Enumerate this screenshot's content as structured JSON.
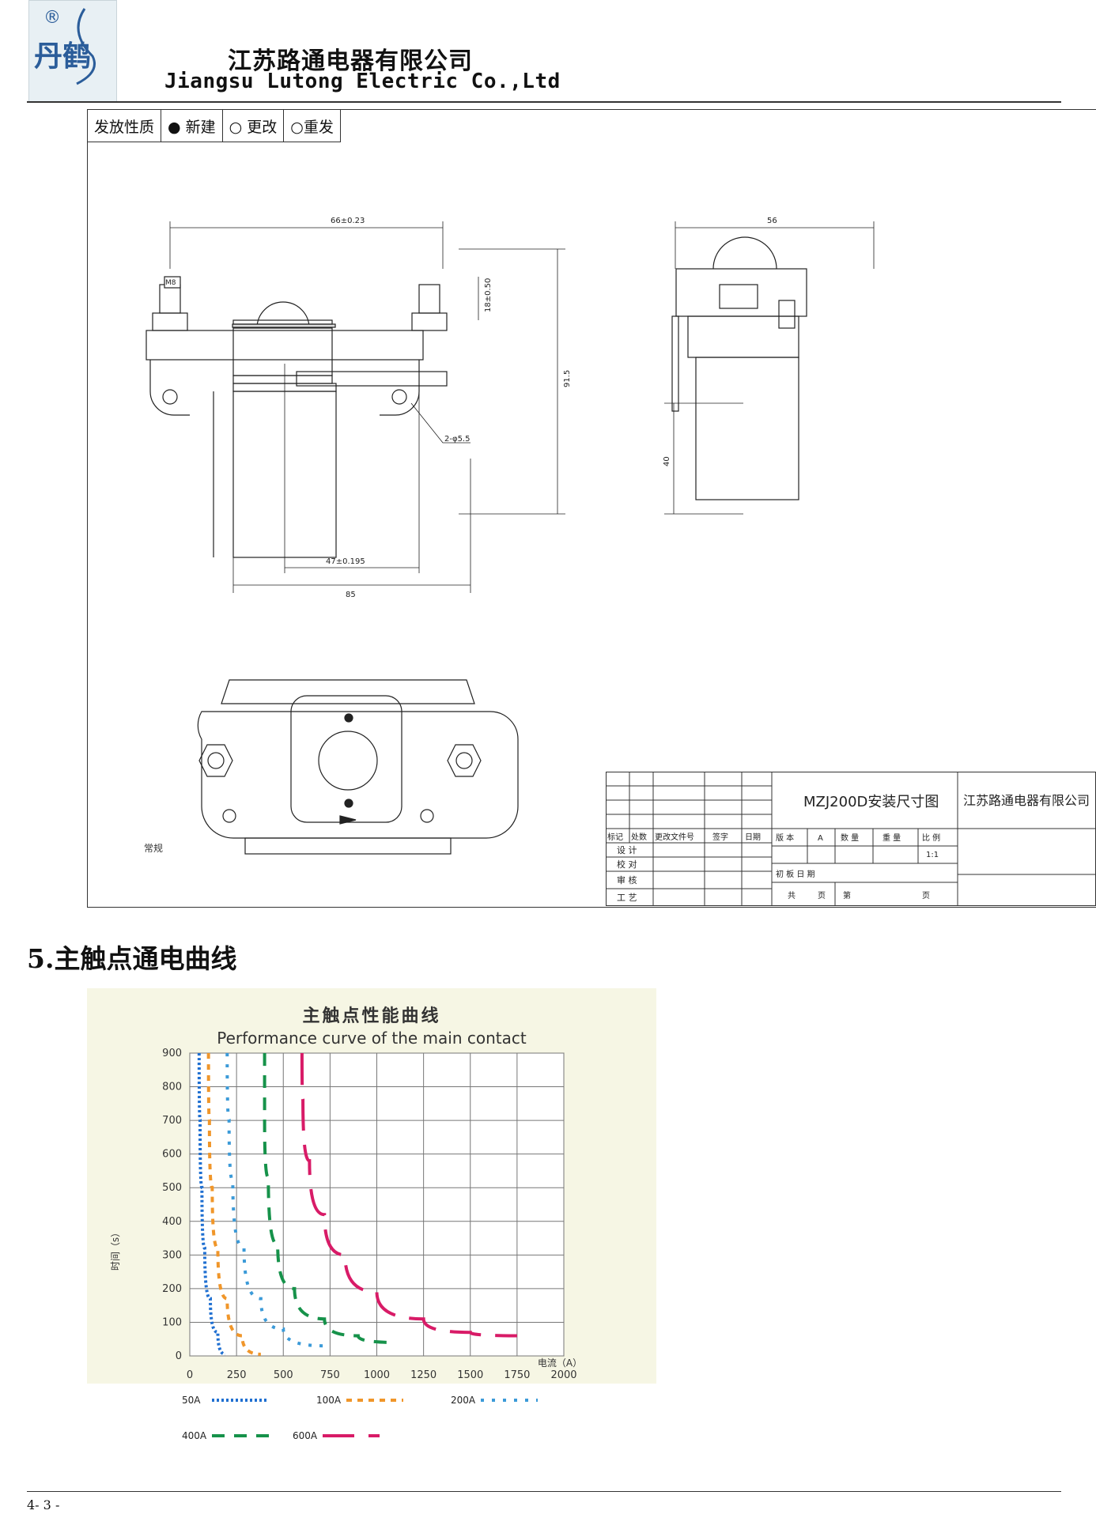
{
  "header": {
    "company_cn": "江苏路通电器有限公司",
    "company_en": "Jiangsu Lutong Electric Co.,Ltd",
    "logo_mark": "®",
    "logo_text": "丹鹤"
  },
  "release_box": {
    "label": "发放性质",
    "options": [
      "● 新建",
      "○ 更改",
      "○重发"
    ]
  },
  "drawing": {
    "dimensions": {
      "top_span": "66±0.23",
      "height_total": "91.5",
      "terminal_height": "18±0.50",
      "terminal_label": "M8",
      "hole": "2-φ5.5",
      "hole_span": "47±0.195",
      "base_width": "85",
      "side_width": "56",
      "side_height": "40"
    },
    "note_normal": "常规"
  },
  "title_block": {
    "drawing_title": "MZJ200D安装尺寸图",
    "company": "江苏路通电器有限公司",
    "header_cols": [
      "标记",
      "处数",
      "更改文件号",
      "签字",
      "日期"
    ],
    "roles": [
      "设 计",
      "校 对",
      "审 核",
      "工 艺"
    ],
    "version_label": "版 本",
    "version_value": "A",
    "qty_label": "数 量",
    "weight_label": "重 量",
    "scale_label": "比 例",
    "scale_value": "1:1",
    "date_label": "初 板 日 期",
    "total_label": "共",
    "page_label": "页",
    "sheet_label": "第",
    "sheet_page": "页"
  },
  "section": {
    "heading": "5.主触点通电曲线"
  },
  "chart_data": {
    "type": "line",
    "title": "主触点性能曲线",
    "subtitle": "Performance curve of the main contact",
    "xlabel": "电流（A）",
    "ylabel": "时间（s）",
    "xlim": [
      0,
      2000
    ],
    "ylim": [
      0,
      900
    ],
    "x_ticks": [
      0,
      250,
      500,
      750,
      1000,
      1250,
      1500,
      1750,
      2000
    ],
    "y_ticks": [
      0,
      100,
      200,
      300,
      400,
      500,
      600,
      700,
      800,
      900
    ],
    "grid": true,
    "legend_position": "bottom",
    "series": [
      {
        "name": "50A",
        "color": "#1f6fd1",
        "dash": "3,3",
        "points": [
          [
            50,
            900
          ],
          [
            55,
            700
          ],
          [
            65,
            500
          ],
          [
            80,
            320
          ],
          [
            110,
            170
          ],
          [
            150,
            70
          ],
          [
            190,
            5
          ]
        ]
      },
      {
        "name": "100A",
        "color": "#f0962a",
        "dash": "7,7",
        "points": [
          [
            100,
            900
          ],
          [
            105,
            700
          ],
          [
            120,
            500
          ],
          [
            150,
            320
          ],
          [
            200,
            170
          ],
          [
            280,
            60
          ],
          [
            380,
            5
          ]
        ]
      },
      {
        "name": "200A",
        "color": "#3b9ad8",
        "dash": "4,10",
        "points": [
          [
            200,
            900
          ],
          [
            210,
            700
          ],
          [
            230,
            520
          ],
          [
            290,
            320
          ],
          [
            380,
            170
          ],
          [
            500,
            80
          ],
          [
            720,
            30
          ]
        ]
      },
      {
        "name": "400A",
        "color": "#16924a",
        "dash": "16,12",
        "points": [
          [
            400,
            900
          ],
          [
            400,
            700
          ],
          [
            420,
            530
          ],
          [
            470,
            330
          ],
          [
            560,
            200
          ],
          [
            720,
            110
          ],
          [
            900,
            60
          ],
          [
            1100,
            40
          ]
        ]
      },
      {
        "name": "600A",
        "color": "#d81b67",
        "dash": "40,18",
        "points": [
          [
            600,
            900
          ],
          [
            605,
            760
          ],
          [
            640,
            580
          ],
          [
            720,
            420
          ],
          [
            830,
            300
          ],
          [
            1000,
            190
          ],
          [
            1250,
            110
          ],
          [
            1500,
            70
          ],
          [
            1750,
            60
          ]
        ]
      }
    ]
  },
  "footer": {
    "page_number": "4- 3 -"
  }
}
